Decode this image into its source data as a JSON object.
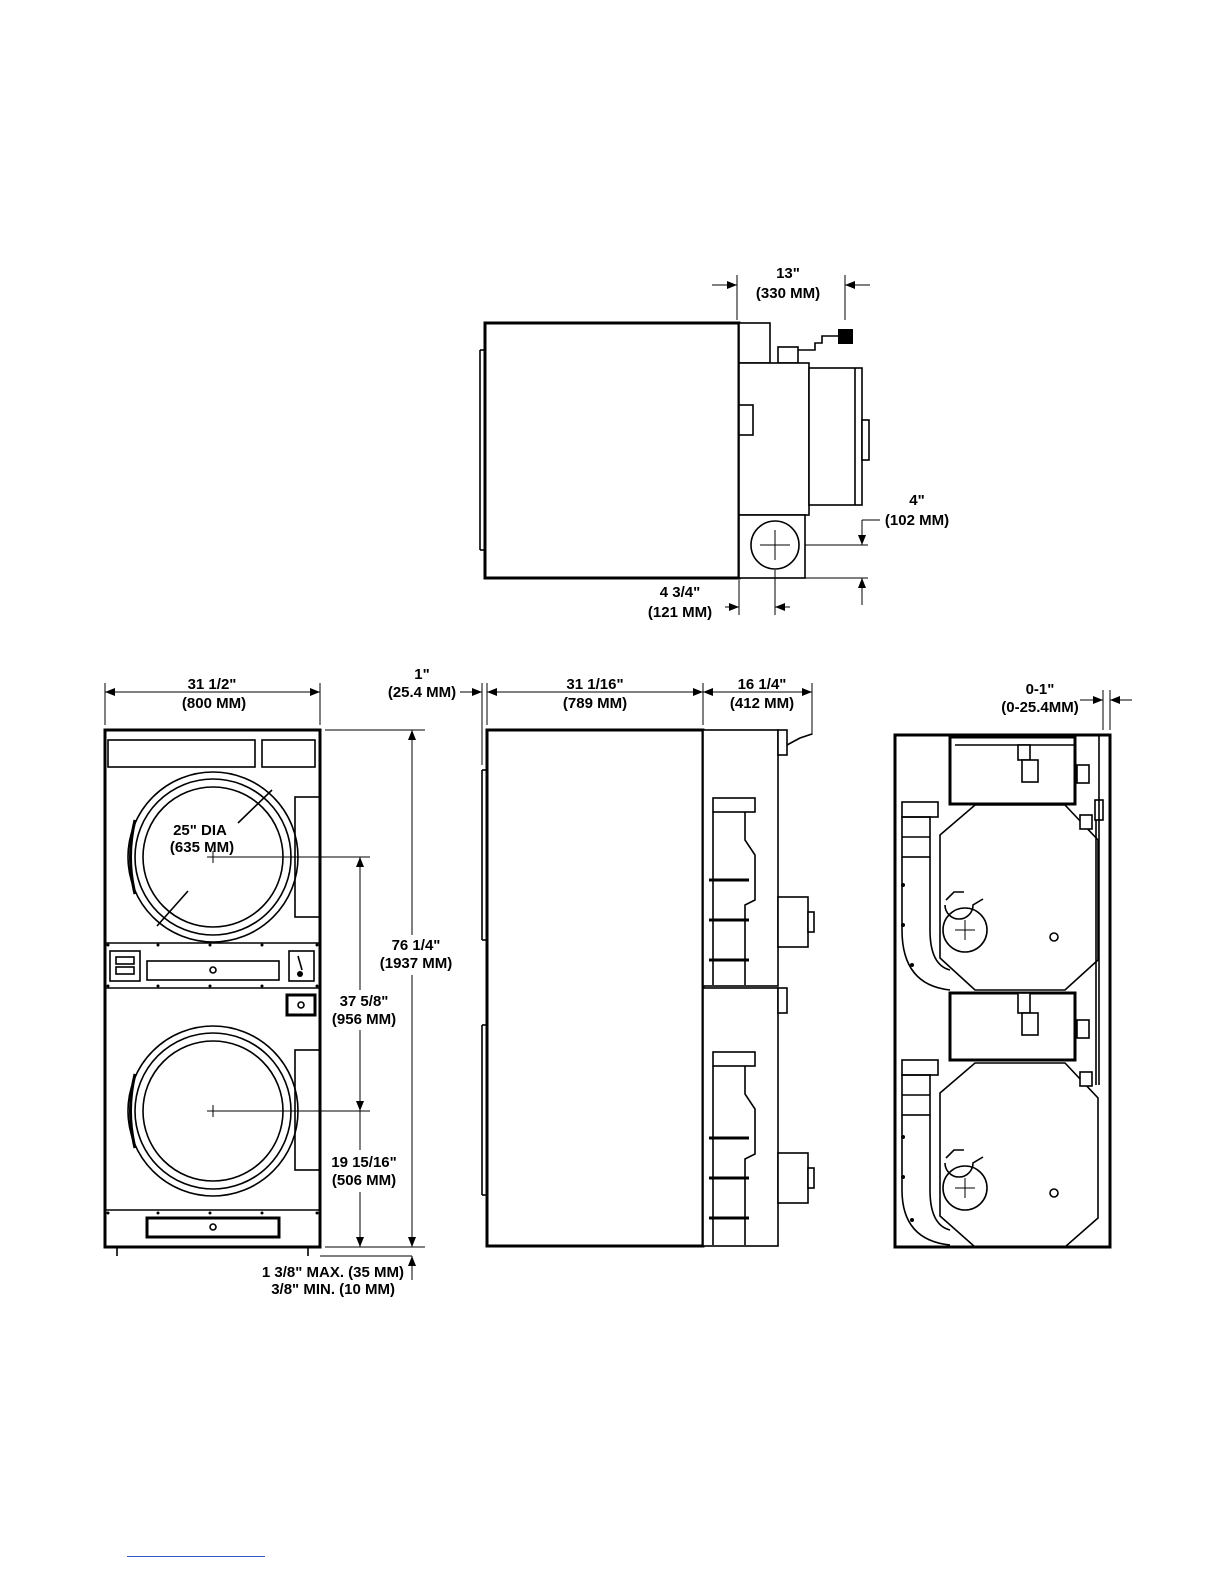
{
  "top_view": {
    "dim_13_in": "13\"",
    "dim_13_mm": "(330 MM)",
    "dim_4_in": "4\"",
    "dim_4_mm": "(102 MM)",
    "dim_4_3_4_in": "4 3/4\"",
    "dim_4_3_4_mm": "(121 MM)"
  },
  "front_view": {
    "width_in": "31 1/2\"",
    "width_mm": "(800 MM)",
    "door_dia_in": "25\" DIA",
    "door_dia_mm": "(635 MM)",
    "height_in": "76 1/4\"",
    "height_mm": "(1937 MM)",
    "upper_center_in": "37 5/8\"",
    "upper_center_mm": "(956 MM)",
    "lower_center_in": "19 15/16\"",
    "lower_center_mm": "(506 MM)",
    "leveling_max": "1 3/8\" MAX. (35 MM)",
    "leveling_min": "3/8\" MIN. (10 MM)"
  },
  "side_view": {
    "offset_in": "1\"",
    "offset_mm": "(25.4 MM)",
    "depth_in": "31 1/16\"",
    "depth_mm": "(789 MM)",
    "rear_in": "16 1/4\"",
    "rear_mm": "(412 MM)"
  },
  "rear_view": {
    "clearance_in": "0-1\"",
    "clearance_mm": "(0-25.4MM)"
  }
}
